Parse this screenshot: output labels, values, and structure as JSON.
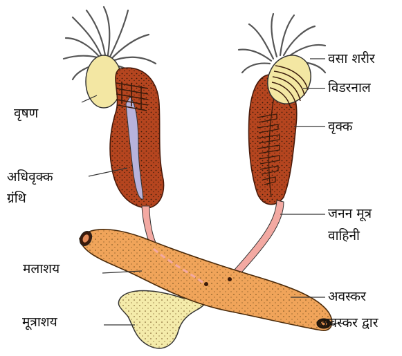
{
  "labels": {
    "testis": "वृषण",
    "epididymis_line1": "अधिवृक्क",
    "epididymis_line2": "ग्रंथि",
    "rectum": "मलाशय",
    "urinary_bladder": "मूत्राशय",
    "fat_body": "वसा शरीर",
    "vasa_efferentia": "विडरनाल",
    "kidney": "वृक्क",
    "urinogenital_duct_line1": "जनन मूत्र",
    "urinogenital_duct_line2": "वाहिनी",
    "cloaca": "अवस्कर",
    "cloacal_aperture": "अवस्कर द्वार"
  }
}
